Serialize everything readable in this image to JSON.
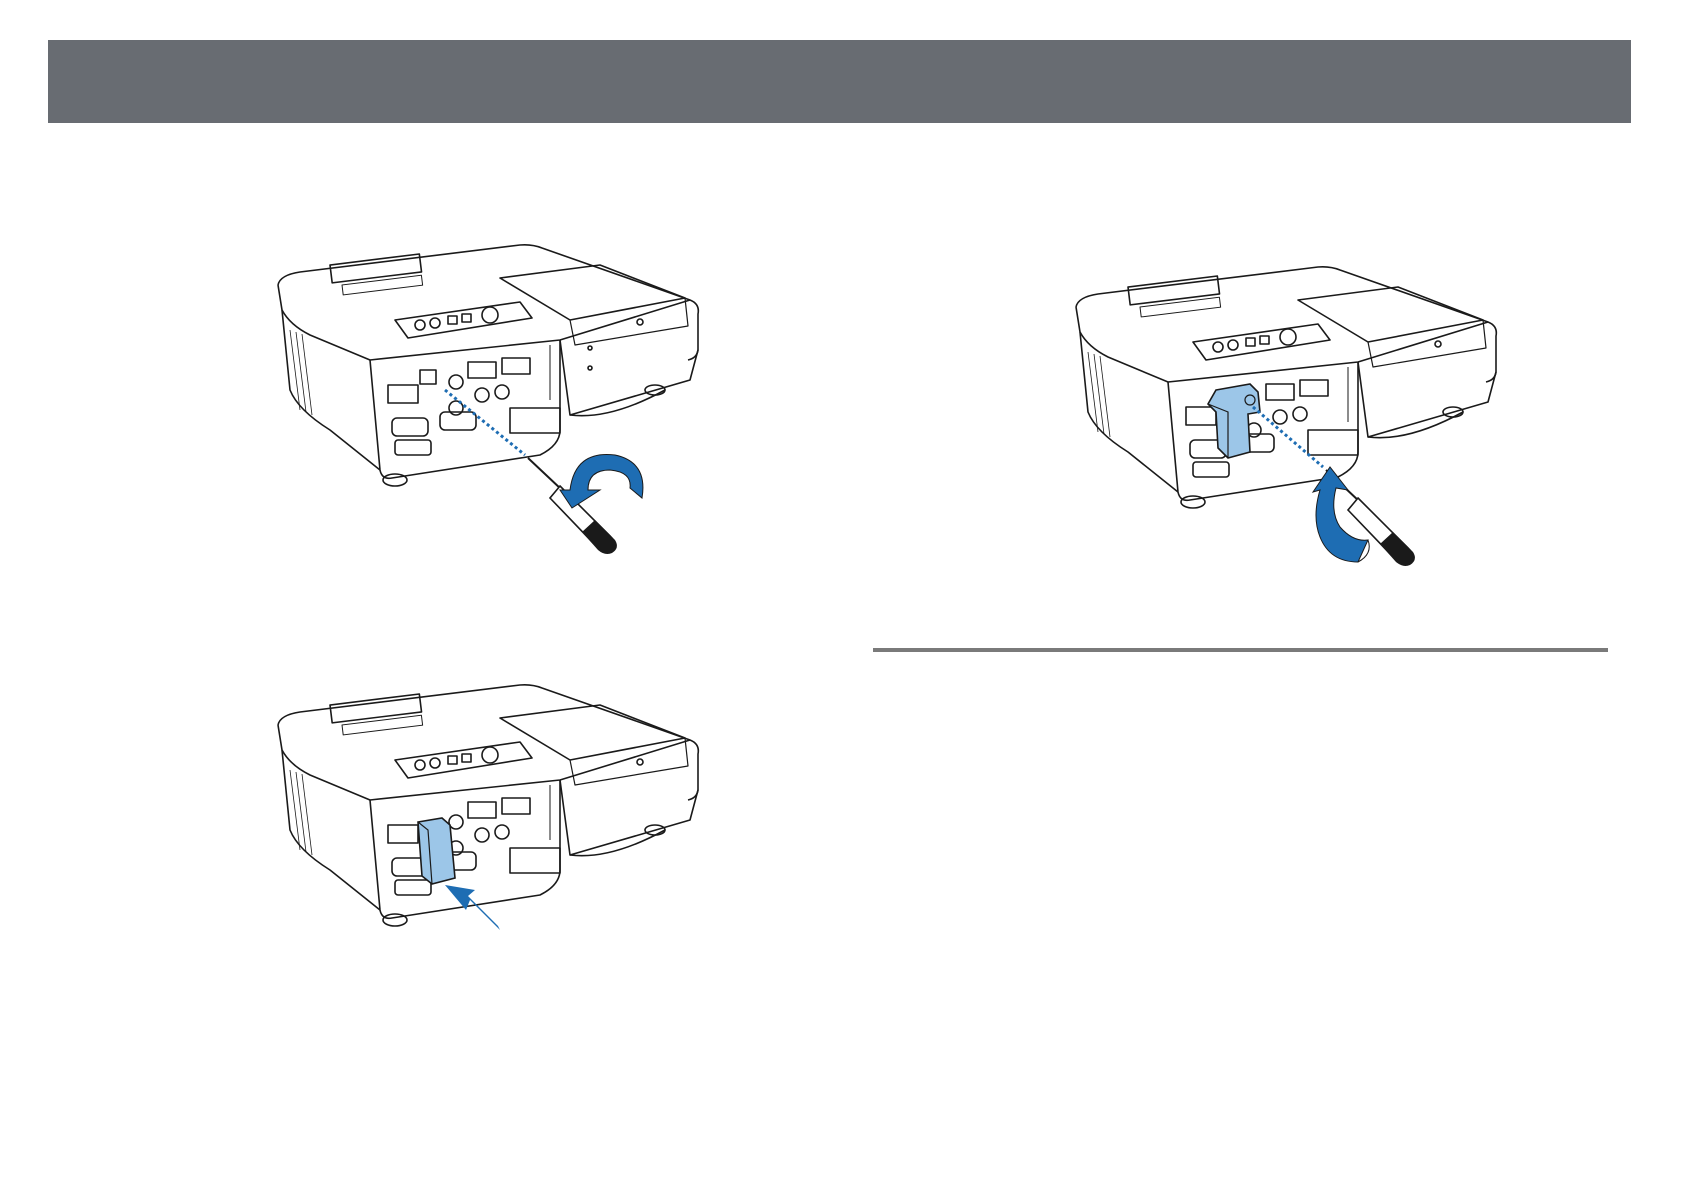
{
  "page": {
    "colors": {
      "header": "#686c72",
      "rule": "#7a7a7a",
      "line": "#1a1a1a",
      "accent_blue": "#1e6db3",
      "module_blue": "#9cc6e8"
    }
  },
  "figures": [
    {
      "id": "remove-cover-screw",
      "icons": [
        "projector-icon",
        "screwdriver-icon",
        "rotate-counterclockwise-arrow-icon"
      ]
    },
    {
      "id": "insert-wireless-module",
      "icons": [
        "projector-icon",
        "wireless-lan-module-icon",
        "insert-arrow-icon"
      ]
    },
    {
      "id": "tighten-cover-screw",
      "icons": [
        "projector-icon",
        "wireless-lan-module-icon",
        "screwdriver-icon",
        "rotate-clockwise-arrow-icon"
      ]
    }
  ]
}
